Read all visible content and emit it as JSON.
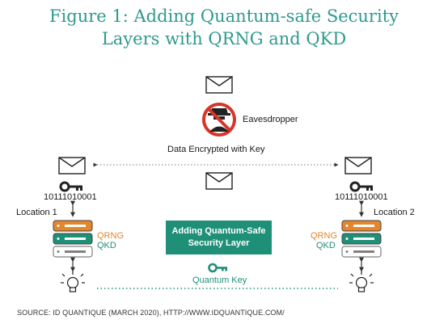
{
  "title": {
    "line1": "Figure 1: Adding Quantum-safe Security",
    "line2": "Layers with QRNG and QKD"
  },
  "eavesdropper": {
    "label": "Eavesdropper"
  },
  "channel": {
    "label": "Data Encrypted with Key"
  },
  "left": {
    "bits": "10111010001",
    "location": "Location 1",
    "qrng": "QRNG",
    "qkd": "QKD"
  },
  "right": {
    "bits": "10111010001",
    "location": "Location 2",
    "qrng": "QRNG",
    "qkd": "QKD"
  },
  "center": {
    "badge_line1": "Adding Quantum-Safe",
    "badge_line2": "Security Layer",
    "key_label": "Quantum Key"
  },
  "source": "SOURCE: ID QUANTIQUE (MARCH 2020), HTTP://WWW.IDQUANTIQUE.COM/",
  "colors": {
    "title": "#2e9a8e",
    "accent_green": "#1f9077",
    "qrng_orange": "#e3862c",
    "forbidden_red": "#d7342a",
    "server_gray": "#808080"
  },
  "icons": [
    "envelope-icon",
    "key-icon",
    "server-stack-icon",
    "lightbulb-icon",
    "forbidden-icon",
    "spy-icon"
  ]
}
